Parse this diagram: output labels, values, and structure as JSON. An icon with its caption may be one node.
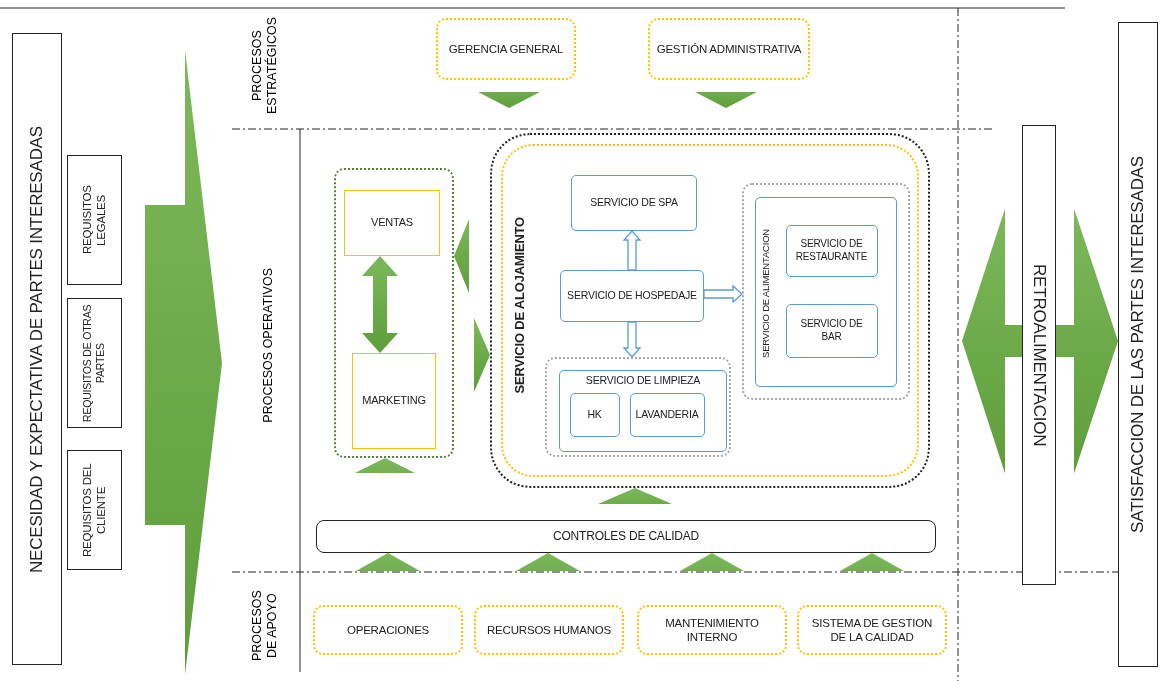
{
  "diagram": {
    "nodes": [
      {
        "text": [
          "NECESIDAD Y EXPECTATIVA DE PARTES INTERESADAS"
        ]
      },
      {
        "text": [
          "REQUISITOS LEGALES"
        ]
      },
      {
        "text": [
          "REQUISITOS DE OTRAS PARTES"
        ]
      },
      {
        "text": [
          "REQUISITOS DEL CLIENTE"
        ]
      },
      {
        "text": [
          "GERENCIA GENERAL"
        ]
      },
      {
        "text": [
          "GESTIÓN ADMINISTRATIVA"
        ]
      },
      {
        "text": [],
        "shape": "box"
      },
      {
        "text": [
          "VENTAS"
        ],
        "in": 6
      },
      {
        "text": [
          "MARKETING"
        ],
        "in": 6
      },
      {
        "text": [
          "SERVICIO DE ALOJAMIENTO"
        ]
      },
      {
        "text": [
          "SERVICIO DE SPA"
        ],
        "in": 9
      },
      {
        "text": [
          "SERVICIO DE HOSPEDAJE"
        ],
        "in": 9
      },
      {
        "text": [],
        "shape": "box",
        "in": 9
      },
      {
        "text": [
          "SERVICIO DE LIMPIEZA"
        ],
        "in": 12
      },
      {
        "text": [
          "HK"
        ],
        "in": 13
      },
      {
        "text": [
          "LAVANDERIA"
        ],
        "in": 13
      },
      {
        "text": [],
        "shape": "box",
        "in": 9
      },
      {
        "text": [
          "SERVICIO DE ALIMENTACION"
        ],
        "in": 16
      },
      {
        "text": [
          "SERVICIO DE RESTAURANTE"
        ],
        "in": 17
      },
      {
        "text": [
          "SERVICIO DE BAR"
        ],
        "in": 17
      },
      {
        "text": [
          "CONTROLES DE CALIDAD"
        ]
      },
      {
        "text": [
          "OPERACIONES"
        ]
      },
      {
        "text": [
          "RECURSOS HUMANOS"
        ]
      },
      {
        "text": [
          "MANTENIMIENTO INTERNO"
        ]
      },
      {
        "text": [
          "SISTEMA DE GESTION DE LA CALIDAD"
        ]
      },
      {
        "text": [
          "RETROALIMENTACION"
        ]
      },
      {
        "text": [
          "SATISFACCION DE LAS PARTES INTERESADAS"
        ]
      }
    ],
    "edges": [
      {
        "from": 4,
        "to": null,
        "arrow": "to"
      },
      {
        "from": 5,
        "to": null,
        "arrow": "to"
      },
      {
        "from": 7,
        "to": 8,
        "arrow": "both"
      },
      {
        "from": 9,
        "to": 6,
        "arrow": "to"
      },
      {
        "from": 6,
        "to": 9,
        "arrow": "to"
      },
      {
        "from": 11,
        "to": 10,
        "arrow": "to",
        "color": "#5b9bd5"
      },
      {
        "from": 11,
        "to": 16,
        "arrow": "to",
        "color": "#5b9bd5"
      },
      {
        "from": 11,
        "to": 12,
        "arrow": "to",
        "color": "#5b9bd5"
      },
      {
        "from": 20,
        "to": 6,
        "arrow": "to"
      },
      {
        "from": 20,
        "to": 9,
        "arrow": "to"
      },
      {
        "from": 21,
        "to": 20,
        "arrow": "to"
      },
      {
        "from": 22,
        "to": 20,
        "arrow": "to"
      },
      {
        "from": 23,
        "to": 20,
        "arrow": "to"
      },
      {
        "from": 24,
        "to": 20,
        "arrow": "to"
      },
      {
        "from": 25,
        "to": null,
        "arrow": "to"
      },
      {
        "from": 25,
        "to": 26,
        "arrow": "to"
      }
    ],
    "labels": [
      "PROCESOS ESTRATÉGICOS",
      "PROCESOS OPERATIVOS",
      "PROCESOS DE APOYO"
    ]
  }
}
